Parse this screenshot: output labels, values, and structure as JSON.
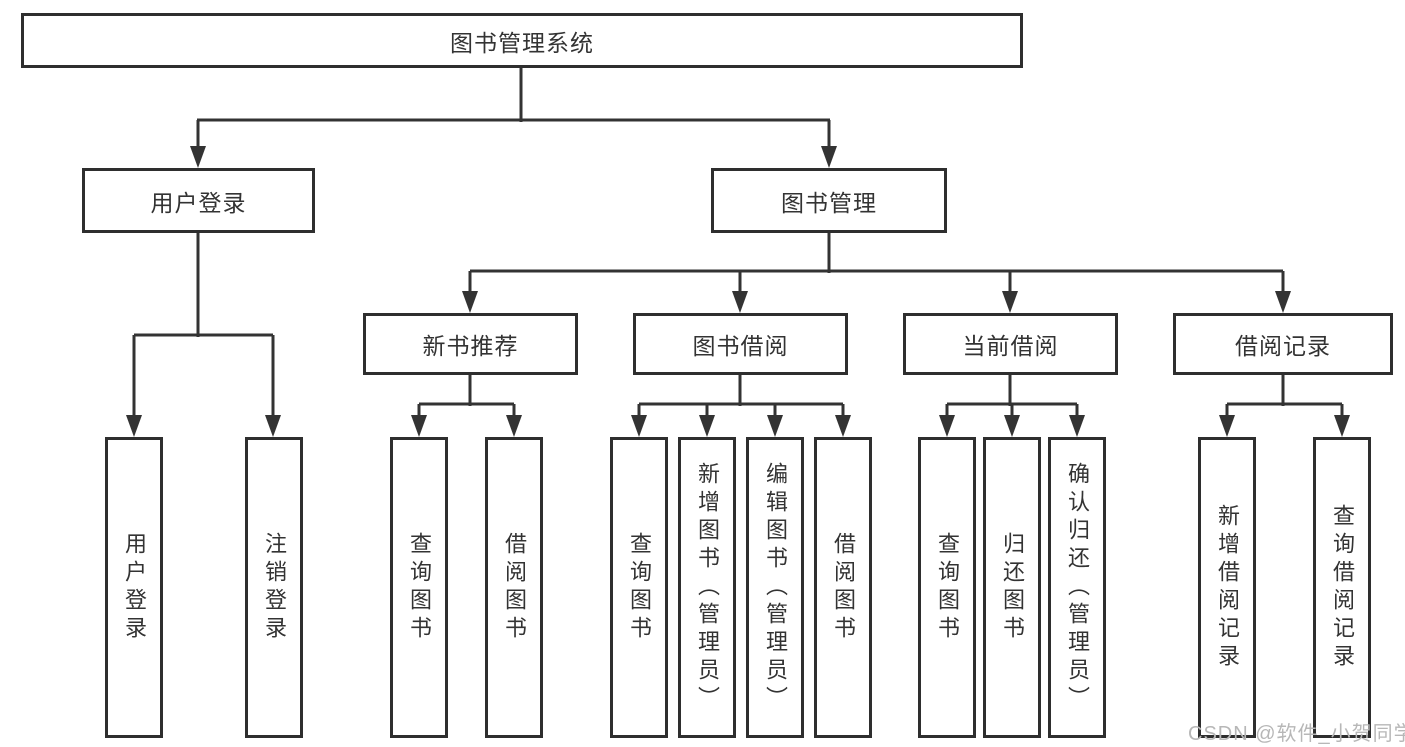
{
  "diagram": {
    "root": {
      "label": "图书管理系统",
      "children": [
        {
          "label": "用户登录",
          "children": [
            {
              "label": "用户登录"
            },
            {
              "label": "注销登录"
            }
          ]
        },
        {
          "label": "图书管理",
          "children": [
            {
              "label": "新书推荐",
              "children": [
                {
                  "label": "查询图书"
                },
                {
                  "label": "借阅图书"
                }
              ]
            },
            {
              "label": "图书借阅",
              "children": [
                {
                  "label": "查询图书"
                },
                {
                  "label": "新增图书（管理员）"
                },
                {
                  "label": "编辑图书（管理员）"
                },
                {
                  "label": "借阅图书"
                }
              ]
            },
            {
              "label": "当前借阅",
              "children": [
                {
                  "label": "查询图书"
                },
                {
                  "label": "归还图书"
                },
                {
                  "label": "确认归还（管理员）"
                }
              ]
            },
            {
              "label": "借阅记录",
              "children": [
                {
                  "label": "新增借阅记录"
                },
                {
                  "label": "查询借阅记录"
                }
              ]
            }
          ]
        }
      ]
    },
    "colors": {
      "line": "#333333",
      "box_border": "#2e2e2e",
      "box_fill": "#ffffff",
      "text": "#333333",
      "watermark": "#b7b7b7",
      "background": "#ffffff"
    }
  },
  "watermark": {
    "text": "CSDN @软件_小贺同学"
  }
}
